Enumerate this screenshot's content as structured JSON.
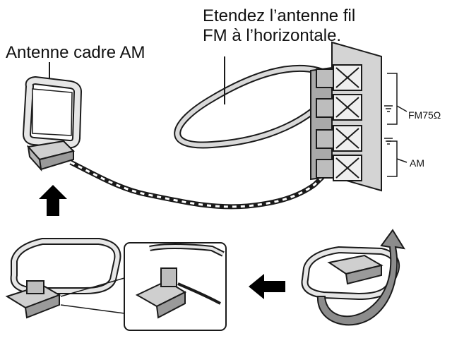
{
  "labels": {
    "am_loop": "Antenne cadre AM",
    "fm_instruction_line1": "Etendez l’antenne fil",
    "fm_instruction_line2": "FM à l’horizontale.",
    "fm_terminal": "FM75Ω",
    "am_terminal": "AM"
  },
  "icons": {
    "step_arrow_up": "arrow-up-icon",
    "step_arrow_left": "arrow-left-icon",
    "rotate": "rotate-arrow-icon"
  },
  "colors": {
    "line": "#1a1a1a",
    "fill_light": "#e6e6e6",
    "fill_mid": "#bdbdbd",
    "fill_dark": "#8c8c8c",
    "arrow": "#000000"
  }
}
